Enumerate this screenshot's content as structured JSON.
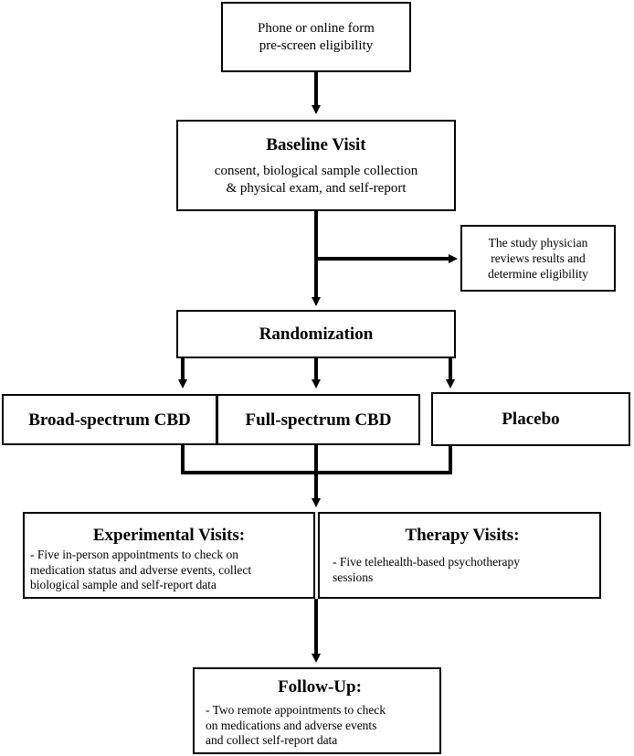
{
  "nodes": {
    "prescreen": {
      "line1": "Phone or online form",
      "line2": "pre-screen eligibility"
    },
    "baseline": {
      "title": "Baseline Visit",
      "line1": "consent, biological sample collection",
      "line2": "& physical exam, and self-report"
    },
    "physician": {
      "line1": "The study physician",
      "line2": "reviews results and",
      "line3": "determine eligibility"
    },
    "randomization": {
      "title": "Randomization"
    },
    "arms": {
      "broad": "Broad-spectrum CBD",
      "full": "Full-spectrum CBD",
      "placebo": "Placebo"
    },
    "experimental": {
      "title": "Experimental Visits:",
      "line1": "- Five in-person appointments to check on",
      "line2": "medication status and adverse events, collect",
      "line3": "biological sample and self-report data"
    },
    "therapy": {
      "title": "Therapy Visits:",
      "line1": "- Five telehealth-based psychotherapy",
      "line2": "sessions"
    },
    "followup": {
      "title": "Follow-Up:",
      "line1": "- Two remote appointments to check",
      "line2": "on medications and adverse events",
      "line3": "and collect self-report data"
    }
  },
  "colors": {
    "line": "#000000",
    "background": "#ffffff"
  }
}
